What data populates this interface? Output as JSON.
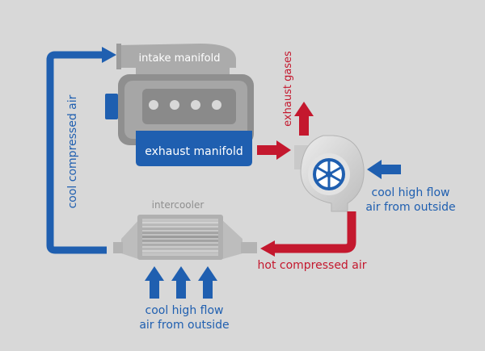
{
  "labels": {
    "intake_manifold": "intake manifold",
    "exhaust_manifold": "exhaust manifold",
    "exhaust_gases": "exhaust gases",
    "cool_compressed_air": "cool compressed air",
    "intercooler": "intercooler",
    "hot_compressed_air": "hot compressed air",
    "outside_air_right_line1": "cool high flow",
    "outside_air_right_line2": "air from outside",
    "outside_air_bottom_line1": "cool high flow",
    "outside_air_bottom_line2": "air from outside"
  },
  "colors": {
    "background": "#d8d8d8",
    "cold_flow": "#1f5fb0",
    "hot_flow": "#c4182e",
    "engine_block": "#a6a6a6",
    "engine_dark": "#8a8a8a",
    "label_grey": "#8f8f8f"
  }
}
